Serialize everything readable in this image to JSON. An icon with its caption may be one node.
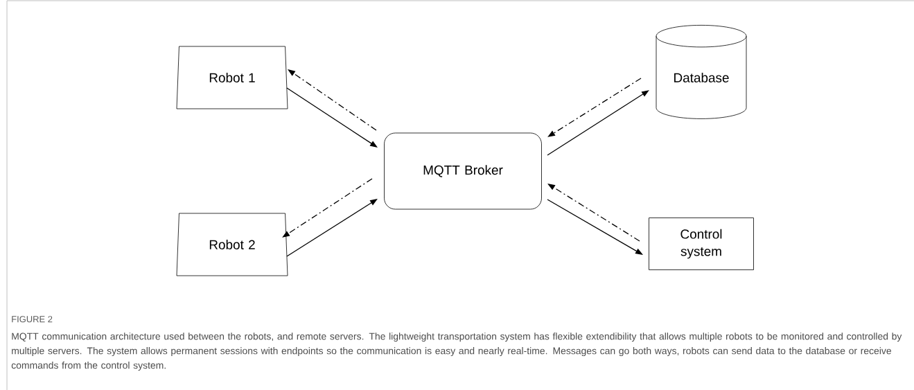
{
  "diagram": {
    "title": "FIGURE 2",
    "caption": "MQTT communication architecture used between the robots, and remote servers. The lightweight transportation system has flexible extendibility that allows multiple robots to be monitored and controlled by multiple servers. The system allows permanent sessions with endpoints so the communication is easy and nearly real-time. Messages can go both ways, robots can send data to the database or receive commands from the control system.",
    "nodes": [
      {
        "text": [
          "Robot 1"
        ]
      },
      {
        "text": [
          "Robot 2"
        ]
      },
      {
        "text": [
          "MQTT Broker"
        ]
      },
      {
        "text": [
          "Database"
        ]
      },
      {
        "text": [
          "Control system"
        ]
      }
    ],
    "edges": [
      {
        "from": 0,
        "to": 2,
        "arrow": "to"
      },
      {
        "from": 2,
        "to": 0,
        "arrow": "to",
        "style": "dashed"
      },
      {
        "from": 1,
        "to": 2,
        "arrow": "to"
      },
      {
        "from": 2,
        "to": 1,
        "arrow": "to",
        "style": "dashed"
      },
      {
        "from": 2,
        "to": 3,
        "arrow": "to"
      },
      {
        "from": 3,
        "to": 2,
        "arrow": "to",
        "style": "dashed"
      },
      {
        "from": 2,
        "to": 4,
        "arrow": "to"
      },
      {
        "from": 4,
        "to": 2,
        "arrow": "to",
        "style": "dashed"
      }
    ]
  }
}
